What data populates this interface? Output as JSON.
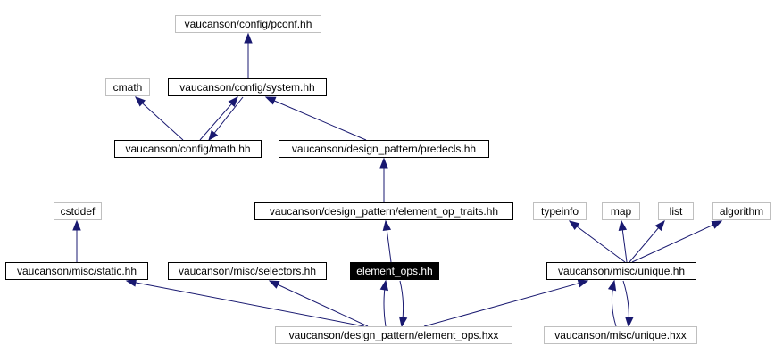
{
  "graph": {
    "nodes": [
      {
        "id": "pconf",
        "label": "vaucanson/config/pconf.hh",
        "kind": "external"
      },
      {
        "id": "cmath",
        "label": "cmath",
        "kind": "external"
      },
      {
        "id": "system",
        "label": "vaucanson/config/system.hh",
        "kind": "linked"
      },
      {
        "id": "math",
        "label": "vaucanson/config/math.hh",
        "kind": "linked"
      },
      {
        "id": "predecls",
        "label": "vaucanson/design_pattern/predecls.hh",
        "kind": "linked"
      },
      {
        "id": "cstddef",
        "label": "cstddef",
        "kind": "external"
      },
      {
        "id": "traits",
        "label": "vaucanson/design_pattern/element_op_traits.hh",
        "kind": "linked"
      },
      {
        "id": "typeinfo",
        "label": "typeinfo",
        "kind": "external"
      },
      {
        "id": "map",
        "label": "map",
        "kind": "external"
      },
      {
        "id": "list",
        "label": "list",
        "kind": "external"
      },
      {
        "id": "algorithm",
        "label": "algorithm",
        "kind": "external"
      },
      {
        "id": "static",
        "label": "vaucanson/misc/static.hh",
        "kind": "linked"
      },
      {
        "id": "selectors",
        "label": "vaucanson/misc/selectors.hh",
        "kind": "linked"
      },
      {
        "id": "element_ops",
        "label": "element_ops.hh",
        "kind": "current"
      },
      {
        "id": "unique",
        "label": "vaucanson/misc/unique.hh",
        "kind": "linked"
      },
      {
        "id": "element_ops_hxx",
        "label": "vaucanson/design_pattern/element_ops.hxx",
        "kind": "external"
      },
      {
        "id": "unique_hxx",
        "label": "vaucanson/misc/unique.hxx",
        "kind": "external"
      }
    ],
    "edges": [
      {
        "from": "system",
        "to": "pconf"
      },
      {
        "from": "math",
        "to": "cmath"
      },
      {
        "from": "math",
        "to": "system"
      },
      {
        "from": "system",
        "to": "math"
      },
      {
        "from": "predecls",
        "to": "system"
      },
      {
        "from": "traits",
        "to": "predecls"
      },
      {
        "from": "element_ops",
        "to": "traits"
      },
      {
        "from": "static",
        "to": "cstddef"
      },
      {
        "from": "unique",
        "to": "typeinfo"
      },
      {
        "from": "unique",
        "to": "map"
      },
      {
        "from": "unique",
        "to": "list"
      },
      {
        "from": "unique",
        "to": "algorithm"
      },
      {
        "from": "element_ops_hxx",
        "to": "static"
      },
      {
        "from": "element_ops_hxx",
        "to": "selectors"
      },
      {
        "from": "element_ops_hxx",
        "to": "element_ops"
      },
      {
        "from": "element_ops",
        "to": "element_ops_hxx"
      },
      {
        "from": "element_ops_hxx",
        "to": "unique"
      },
      {
        "from": "unique_hxx",
        "to": "unique"
      },
      {
        "from": "unique",
        "to": "unique_hxx"
      }
    ]
  }
}
